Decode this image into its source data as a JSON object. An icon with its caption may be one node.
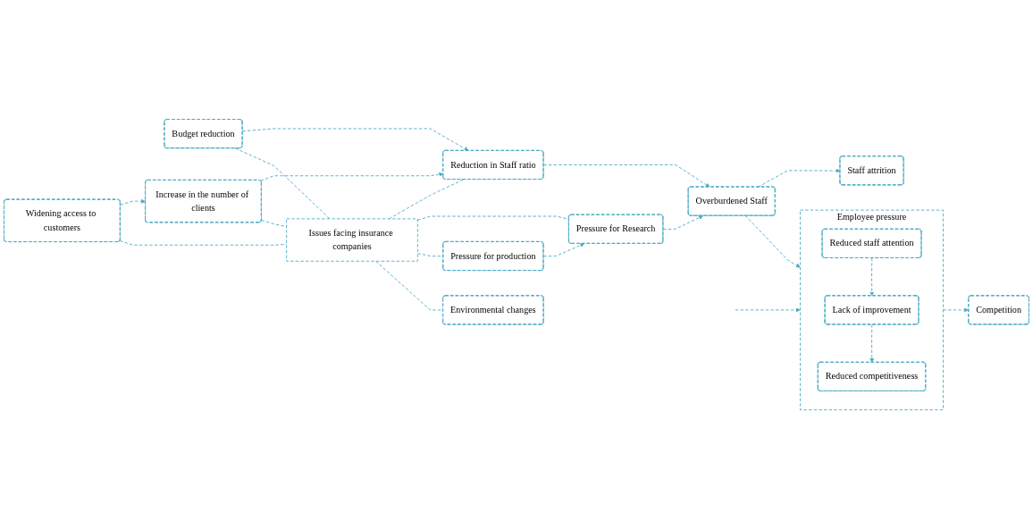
{
  "diagram": {
    "nodes": [
      {
        "text": [
          "Budget reduction"
        ]
      },
      {
        "text": [
          "Reduction in Staff ratio"
        ]
      },
      {
        "text": [
          "Overburdened Staff"
        ]
      },
      {
        "text": [
          "Staff attrition"
        ]
      },
      {
        "text": [
          "Employee pressure"
        ]
      },
      {
        "text": [
          "Reduced staff attention"
        ],
        "in": 4
      },
      {
        "text": [
          "Lack of improvement"
        ],
        "in": 4
      },
      {
        "text": [
          "Reduced competitiveness"
        ],
        "in": 4
      },
      {
        "text": [
          "Increase in the number of clients"
        ]
      },
      {
        "text": [
          "Widening access to customers"
        ]
      },
      {
        "text": [
          "Issues facing insurance companies"
        ]
      },
      {
        "text": [
          "Pressure for Research"
        ]
      },
      {
        "text": [
          "Pressure for production"
        ]
      },
      {
        "text": [
          "Competition"
        ]
      },
      {
        "text": [
          "Environmental changes"
        ]
      }
    ],
    "edges": [
      {
        "from": 0,
        "to": 1,
        "arrow": "to",
        "style": "dashed"
      },
      {
        "from": 1,
        "to": 2,
        "arrow": "to",
        "style": "dashed"
      },
      {
        "from": 2,
        "to": 3,
        "arrow": "to",
        "style": "dashed"
      },
      {
        "from": 2,
        "to": 4,
        "arrow": "to",
        "style": "dashed"
      },
      {
        "from": 5,
        "to": 6,
        "arrow": "to",
        "style": "dashed"
      },
      {
        "from": 6,
        "to": 7,
        "arrow": "to",
        "style": "dashed"
      },
      {
        "from": 0,
        "to": 10,
        "arrow": "none",
        "style": "dashed"
      },
      {
        "from": 8,
        "to": 1,
        "arrow": "to",
        "style": "dashed"
      },
      {
        "from": 9,
        "to": 8,
        "arrow": "to",
        "style": "dashed"
      },
      {
        "from": 10,
        "to": 1,
        "arrow": "none",
        "style": "dashed"
      },
      {
        "from": 8,
        "to": 10,
        "arrow": "none",
        "style": "dashed"
      },
      {
        "from": 9,
        "to": 10,
        "arrow": "none",
        "style": "dashed"
      },
      {
        "from": 10,
        "to": 11,
        "arrow": "none",
        "style": "dashed"
      },
      {
        "from": 12,
        "to": 11,
        "arrow": "to",
        "style": "dashed"
      },
      {
        "from": 11,
        "to": 2,
        "arrow": "to",
        "style": "dashed"
      },
      {
        "from": 10,
        "to": 12,
        "arrow": "none",
        "style": "dashed"
      },
      {
        "from": 10,
        "to": 14,
        "arrow": "none",
        "style": "dashed"
      },
      {
        "from": null,
        "to": 4,
        "arrow": "to",
        "style": "dashed"
      },
      {
        "from": 4,
        "to": 13,
        "arrow": "to",
        "style": "dashed"
      }
    ]
  }
}
